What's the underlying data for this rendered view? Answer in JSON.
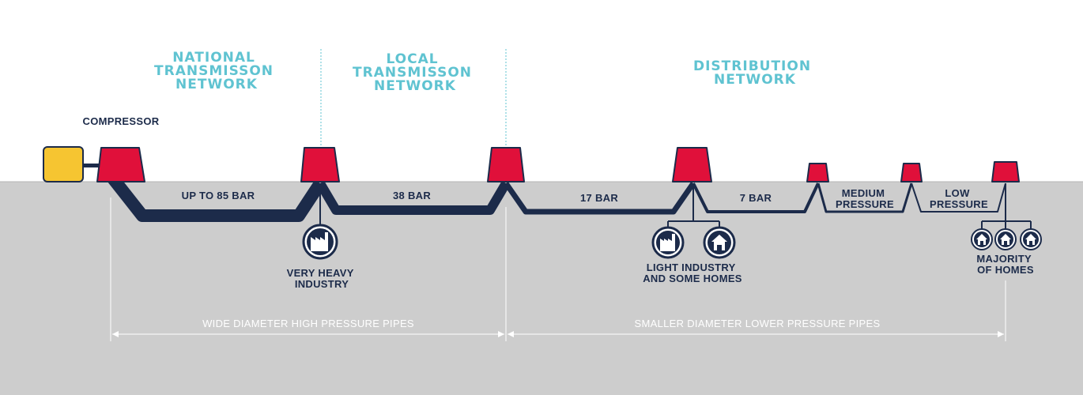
{
  "sections": {
    "national": [
      "NATIONAL",
      "TRANSMISSON",
      "NETWORK"
    ],
    "local": [
      "LOCAL",
      "TRANSMISSON",
      "NETWORK"
    ],
    "distribution": [
      "DISTRIBUTION",
      "NETWORK"
    ]
  },
  "compressor_label": "COMPRESSOR",
  "pressures": {
    "p1": "UP TO 85 BAR",
    "p2": "38 BAR",
    "p3": "17 BAR",
    "p4": "7 BAR",
    "p5": [
      "MEDIUM",
      "PRESSURE"
    ],
    "p6": [
      "LOW",
      "PRESSURE"
    ]
  },
  "consumers": {
    "heavy": [
      "VERY HEAVY",
      "INDUSTRY"
    ],
    "light": [
      "LIGHT INDUSTRY",
      "AND SOME HOMES"
    ],
    "homes": [
      "MAJORITY",
      "OF HOMES"
    ]
  },
  "spans": {
    "wide": "WIDE DIAMETER HIGH PRESSURE PIPES",
    "smaller": "SMALLER DIAMETER LOWER PRESSURE PIPES"
  },
  "colors": {
    "ground": "#cdcdcd",
    "pipe": "#1c2b4a",
    "station": "#e0103a",
    "compressor_unit": "#f6c531",
    "title": "#5fc3d1"
  },
  "icons": [
    "factory-icon",
    "house-icon"
  ]
}
